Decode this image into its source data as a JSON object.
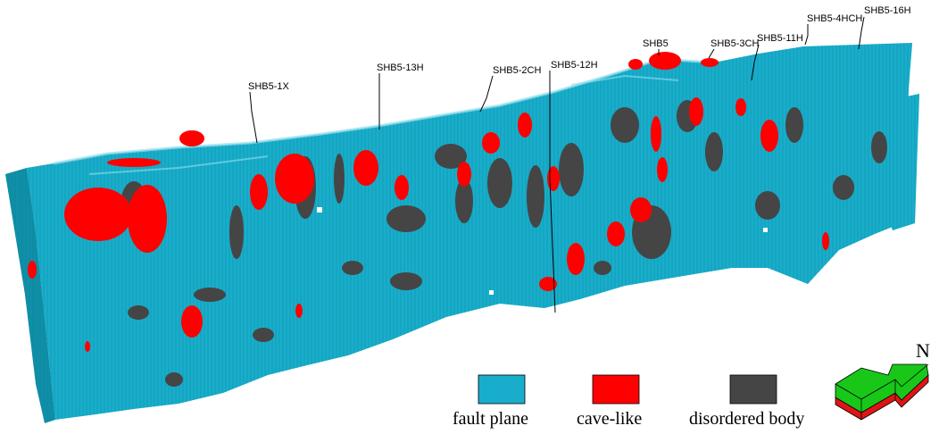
{
  "wells": [
    {
      "name": "SHB5-1X"
    },
    {
      "name": "SHB5-13H"
    },
    {
      "name": "SHB5-2CH"
    },
    {
      "name": "SHB5-12H"
    },
    {
      "name": "SHB5"
    },
    {
      "name": "SHB5-3CH"
    },
    {
      "name": "SHB5-11H"
    },
    {
      "name": "SHB5-4HCH"
    },
    {
      "name": "SHB5-16H"
    }
  ],
  "legend": [
    {
      "label": "fault plane",
      "color": "#18aecb",
      "icon": "fault-plane-swatch"
    },
    {
      "label": "cave-like",
      "color": "#ff0000",
      "icon": "cave-like-swatch"
    },
    {
      "label": "disordered body",
      "color": "#454545",
      "icon": "disordered-body-swatch"
    }
  ],
  "north_arrow": {
    "label": "N",
    "icon": "north-arrow-icon",
    "colors": {
      "top": "#19c719",
      "bottom": "#e01414"
    }
  },
  "colors": {
    "fault_plane": "#18aecb",
    "fault_plane_shade": "#0f8fa8",
    "cave_like": "#ff0000",
    "disordered_body": "#454545"
  }
}
